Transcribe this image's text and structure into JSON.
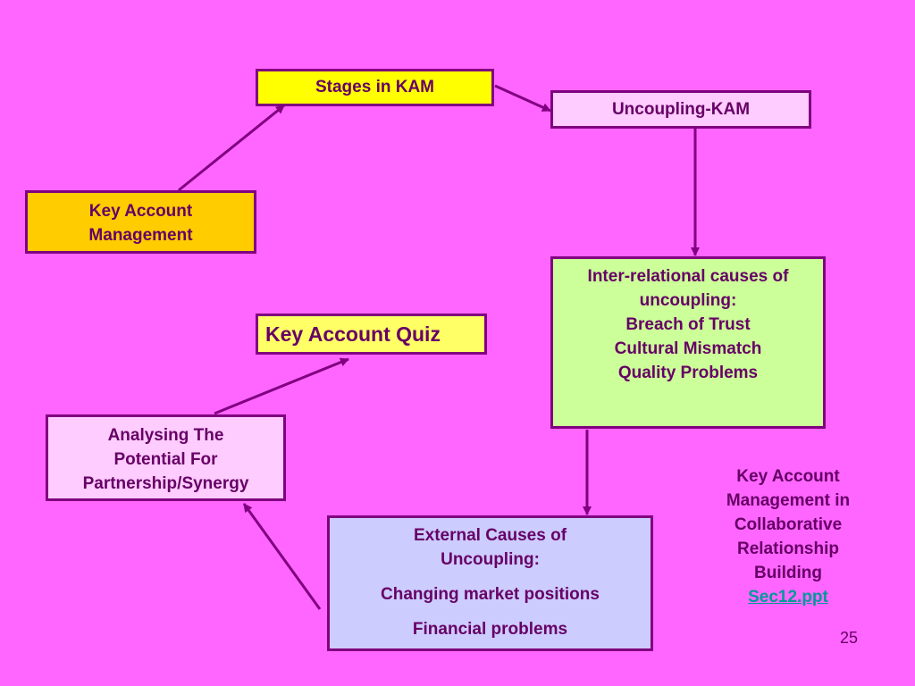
{
  "nodes": {
    "stages": "Stages in KAM",
    "uncoupling": "Uncoupling-KAM",
    "key_account_management": [
      "Key Account",
      "Management"
    ],
    "quiz": "Key Account Quiz",
    "inter_relational": [
      "Inter-relational causes of",
      "uncoupling:",
      "Breach of Trust",
      "Cultural Mismatch",
      "Quality Problems"
    ],
    "analysing": [
      "Analysing The",
      "Potential For",
      "Partnership/Synergy"
    ],
    "external": {
      "lines": [
        "External Causes of",
        "Uncoupling:"
      ],
      "item1": "Changing market positions",
      "item2": "Financial problems"
    }
  },
  "side_note": {
    "lines": [
      "Key Account",
      "Management in",
      "Collaborative",
      "Relationship",
      "Building"
    ],
    "link": "Sec12.ppt"
  },
  "page_number": "25",
  "colors": {
    "background": "#ff66ff",
    "border": "#800080",
    "text": "#660066",
    "arrow": "#800080",
    "link": "#009999"
  }
}
